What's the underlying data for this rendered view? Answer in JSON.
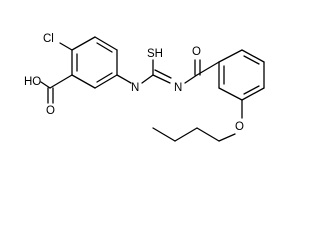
{
  "molecule": {
    "labels": {
      "cl": "Cl",
      "cooh": "HO",
      "carboxyl_o": "O",
      "thio_s": "SH",
      "nh_left": "N",
      "nh_right": "N",
      "amide_o": "O",
      "ether_o": "O"
    }
  }
}
